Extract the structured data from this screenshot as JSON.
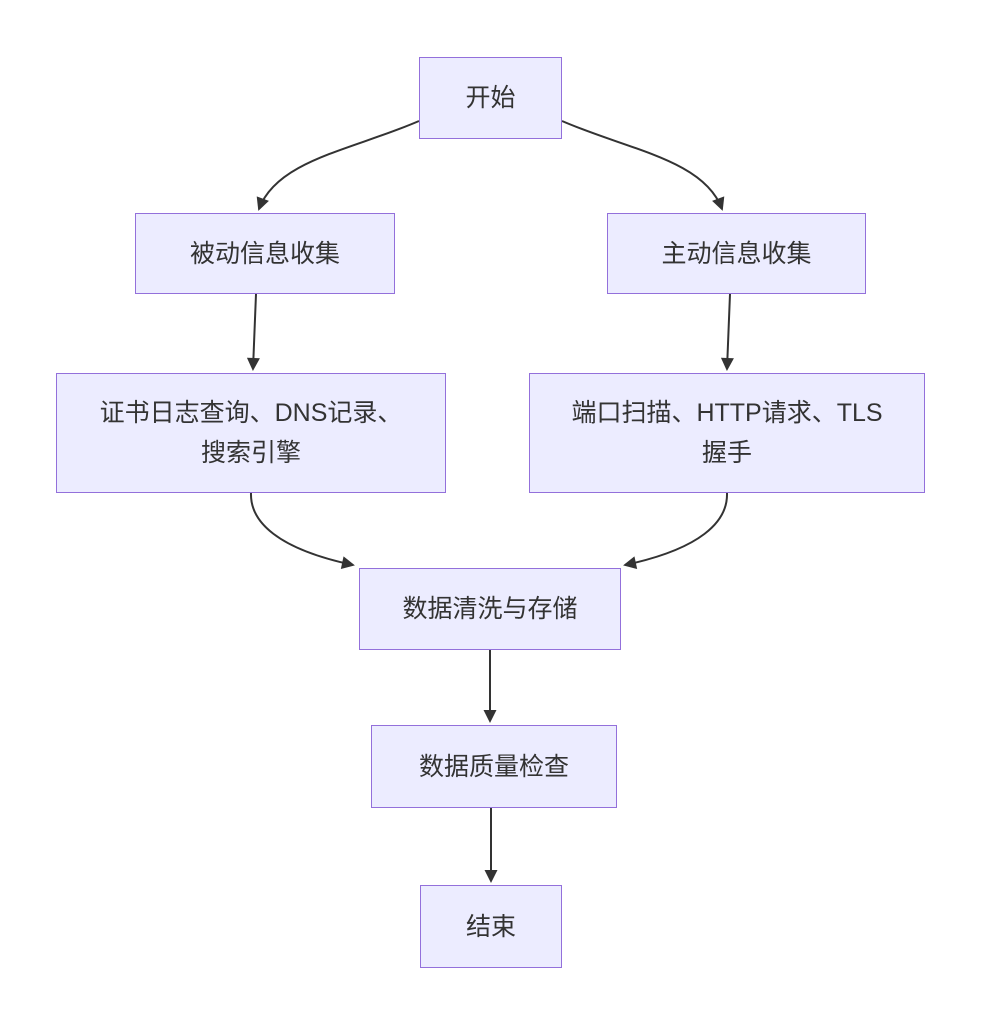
{
  "diagram": {
    "type": "flowchart",
    "direction": "top-to-bottom",
    "nodes": {
      "start": {
        "label": "开始"
      },
      "passive": {
        "label": "被动信息收集"
      },
      "active": {
        "label": "主动信息收集"
      },
      "passive_methods": {
        "label": "证书日志查询、DNS记录、搜索引擎",
        "line1": "证书日志查询、DNS记录、",
        "line2": "搜索引擎"
      },
      "active_methods": {
        "label": "端口扫描、HTTP请求、TLS握手",
        "line1": "端口扫描、HTTP请求、TLS",
        "line2": "握手"
      },
      "clean": {
        "label": "数据清洗与存储"
      },
      "quality": {
        "label": "数据质量检查"
      },
      "end": {
        "label": "结束"
      }
    },
    "edges": [
      {
        "from": "开始",
        "to": "被动信息收集"
      },
      {
        "from": "开始",
        "to": "主动信息收集"
      },
      {
        "from": "被动信息收集",
        "to": "证书日志查询、DNS记录、搜索引擎"
      },
      {
        "from": "主动信息收集",
        "to": "端口扫描、HTTP请求、TLS握手"
      },
      {
        "from": "证书日志查询、DNS记录、搜索引擎",
        "to": "数据清洗与存储"
      },
      {
        "from": "端口扫描、HTTP请求、TLS握手",
        "to": "数据清洗与存储"
      },
      {
        "from": "数据清洗与存储",
        "to": "数据质量检查"
      },
      {
        "from": "数据质量检查",
        "to": "结束"
      }
    ],
    "colors": {
      "node_fill": "#ECECFF",
      "node_border": "#9370DB",
      "edge_color": "#333333",
      "text_color": "#333333"
    }
  }
}
